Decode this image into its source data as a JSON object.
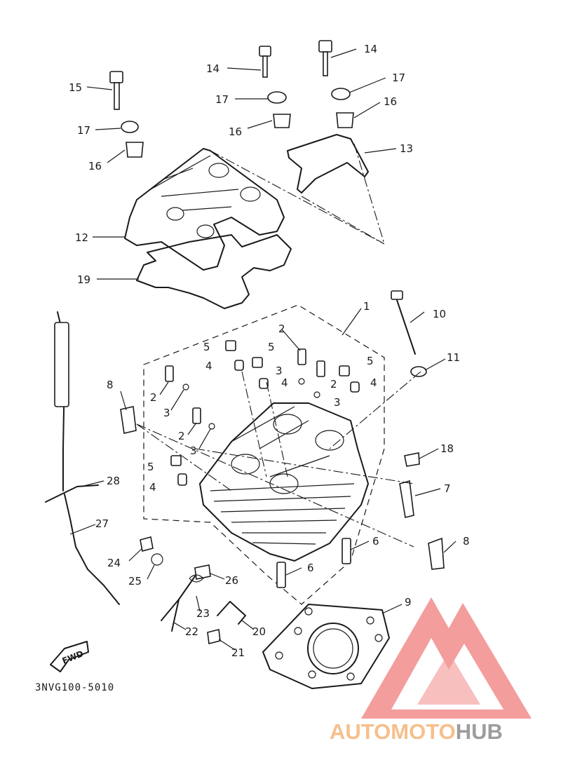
{
  "diagram": {
    "code": "3NVG100-5010",
    "fwd_label": "FWD",
    "callouts": {
      "c1": "1",
      "c2a": "2",
      "c2b": "2",
      "c2c": "2",
      "c2d": "2",
      "c3a": "3",
      "c3b": "3",
      "c3c": "3",
      "c3d": "3",
      "c4a": "4",
      "c4b": "4",
      "c4c": "4",
      "c4d": "4",
      "c5a": "5",
      "c5b": "5",
      "c5c": "5",
      "c5d": "5",
      "c6a": "6",
      "c6b": "6",
      "c7": "7",
      "c8a": "8",
      "c8b": "8",
      "c9": "9",
      "c10": "10",
      "c11": "11",
      "c12": "12",
      "c13": "13",
      "c14a": "14",
      "c14b": "14",
      "c15": "15",
      "c16a": "16",
      "c16b": "16",
      "c16c": "16",
      "c17a": "17",
      "c17b": "17",
      "c17c": "17",
      "c18": "18",
      "c19": "19",
      "c20": "20",
      "c21": "21",
      "c22": "22",
      "c23": "23",
      "c24": "24",
      "c25": "25",
      "c26": "26",
      "c27": "27",
      "c28": "28"
    }
  },
  "watermark": {
    "part1": "AUTOMOTO",
    "part2": "HUB",
    "colors": {
      "red": "#f28c8c",
      "orange": "#f5b57a",
      "gray": "#8c8c8c"
    }
  }
}
